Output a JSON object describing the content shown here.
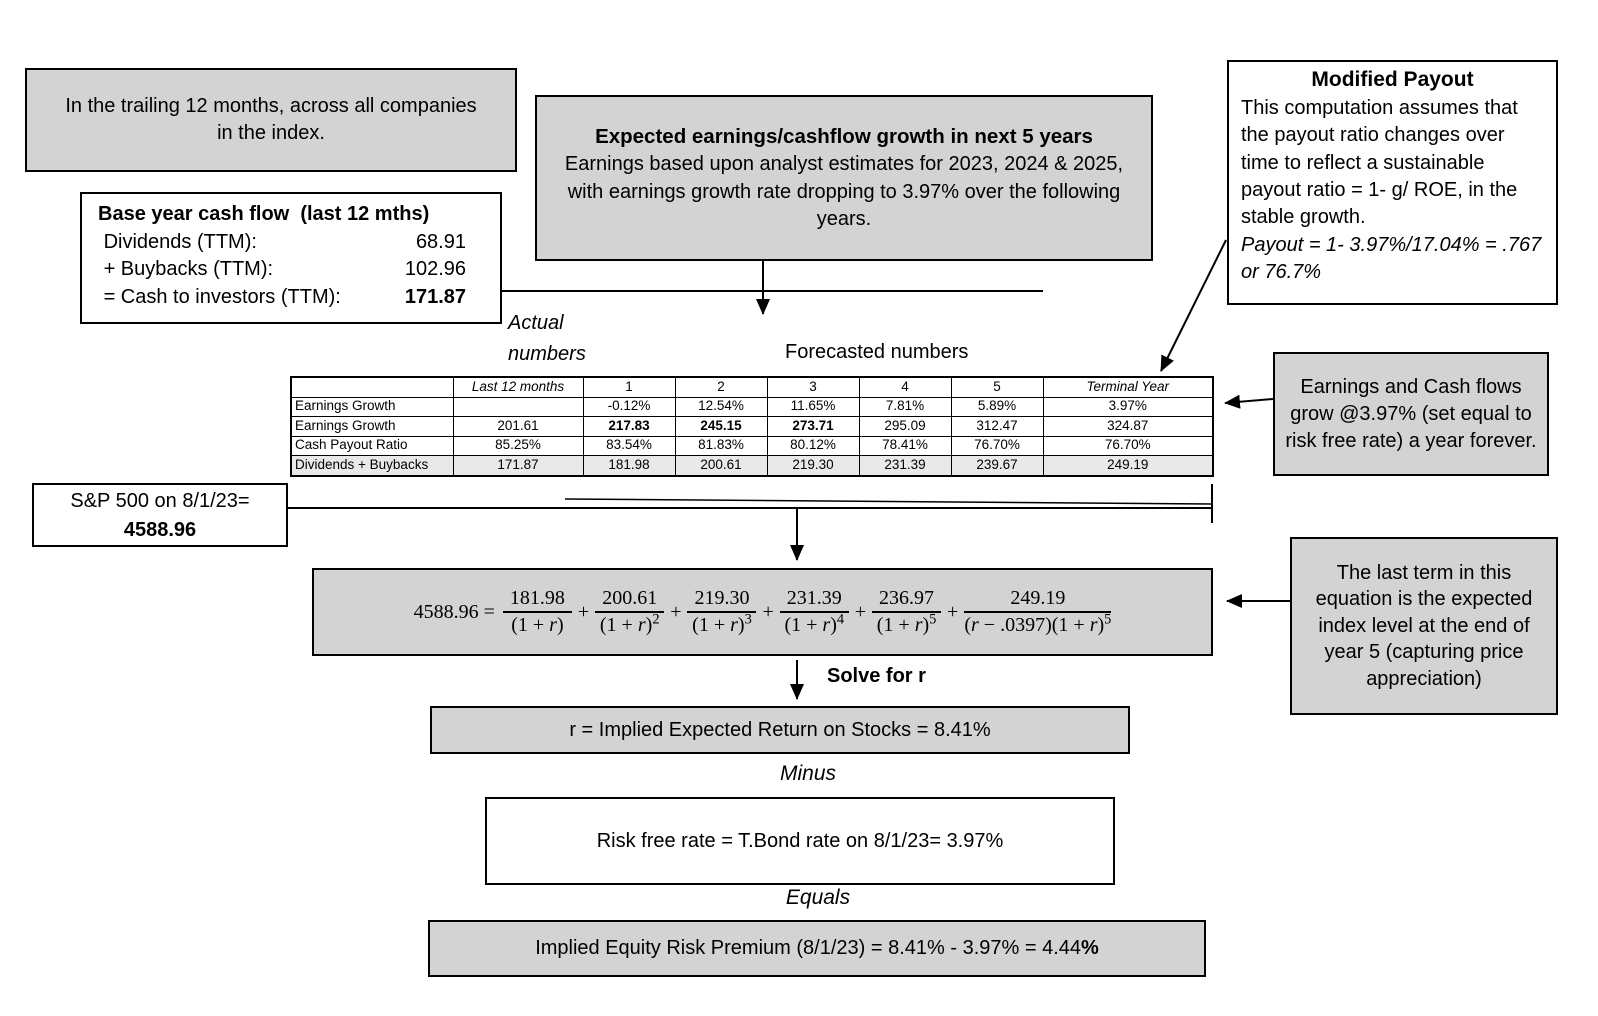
{
  "boxes": {
    "trailing": {
      "text": "In the trailing 12 months, across all companies in the index."
    },
    "base_year": {
      "title": "Base year cash flow  (last 12 mths)",
      "rows": [
        {
          "label": " Dividends (TTM):",
          "value": "68.91"
        },
        {
          "label": " + Buybacks (TTM):",
          "value": "102.96"
        },
        {
          "label": " = Cash to investors (TTM):",
          "value": "171.87"
        }
      ]
    },
    "expected_growth": {
      "title": "Expected earnings/cashflow growth in next 5 years",
      "body": "Earnings based upon analyst estimates for 2023, 2024 & 2025, with earnings growth rate dropping to 3.97% over the following years."
    },
    "modified_payout": {
      "title": "Modified Payout",
      "body": "This computation assumes that the payout ratio changes over time to reflect a sustainable payout ratio = 1- g/ ROE, in the stable growth.",
      "formula": "Payout = 1- 3.97%/17.04% = .767 or 76.7%"
    },
    "growth_forever": {
      "text": "Earnings and Cash flows grow @3.97% (set equal to risk free rate) a year forever."
    },
    "sp500": {
      "line1": "S&P 500 on 8/1/23=",
      "line2": "4588.96"
    },
    "last_term": {
      "text": "The last term in this equation is the expected index level at the end of year 5 (capturing price appreciation)"
    },
    "r_result": {
      "text": "r = Implied Expected Return on Stocks = 8.41%"
    },
    "risk_free": {
      "text": "Risk free rate = T.Bond rate on 8/1/23= 3.97%"
    },
    "final": {
      "text": "Implied Equity Risk Premium (8/1/23) = 8.41% - 3.97% = 4.44",
      "bold_suffix": "%"
    }
  },
  "labels": {
    "actual_numbers_line1": "Actual",
    "actual_numbers_line2": "numbers",
    "forecasted_numbers": "Forecasted numbers",
    "solve_for_r": "Solve for r",
    "minus": "Minus",
    "equals": "Equals"
  },
  "table": {
    "headers": [
      "",
      "Last 12 months",
      "1",
      "2",
      "3",
      "4",
      "5",
      "Terminal Year"
    ],
    "rows": [
      {
        "label": "Earnings Growth",
        "cells": [
          "",
          "-0.12%",
          "12.54%",
          "11.65%",
          "7.81%",
          "5.89%",
          "3.97%"
        ]
      },
      {
        "label": "Earnings Growth",
        "cells": [
          "201.61",
          "217.83",
          "245.15",
          "273.71",
          "295.09",
          "312.47",
          "324.87"
        ]
      },
      {
        "label": "Cash Payout Ratio",
        "cells": [
          "85.25%",
          "83.54%",
          "81.83%",
          "80.12%",
          "78.41%",
          "76.70%",
          "76.70%"
        ]
      },
      {
        "label": "Dividends + Buybacks",
        "cells": [
          "171.87",
          "181.98",
          "200.61",
          "219.30",
          "231.39",
          "239.67",
          "249.19"
        ]
      }
    ]
  },
  "equation": {
    "lhs": "4588.96 =",
    "plus": "+",
    "terms": [
      {
        "num": "181.98",
        "den": "(1 + r)",
        "exp": ""
      },
      {
        "num": "200.61",
        "den": "(1 + r)",
        "exp": "2"
      },
      {
        "num": "219.30",
        "den": "(1 + r)",
        "exp": "3"
      },
      {
        "num": "231.39",
        "den": "(1 + r)",
        "exp": "4"
      },
      {
        "num": "236.97",
        "den": "(1 + r)",
        "exp": "5"
      },
      {
        "num": "249.19",
        "den": "(r − .0397)(1 + r)",
        "exp": "5"
      }
    ]
  },
  "colors": {
    "box_gray": "#d3d3d3",
    "row_shade": "#e9e9e9",
    "border": "#000000"
  }
}
